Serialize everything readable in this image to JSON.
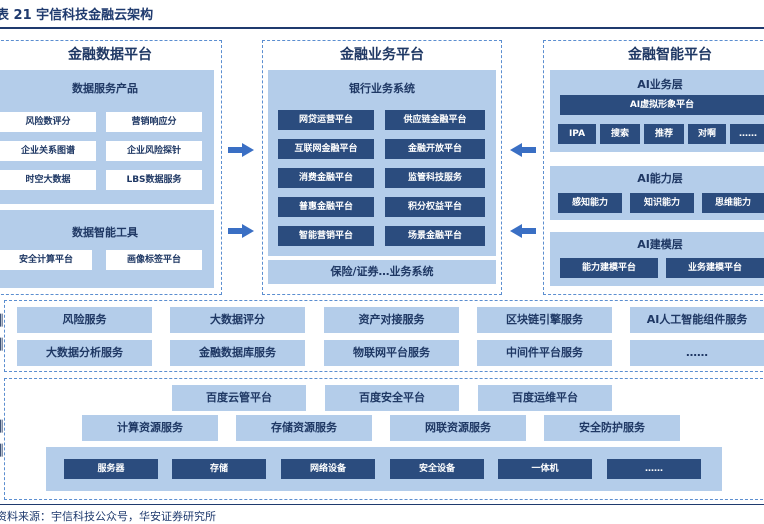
{
  "title": "表 21 宇信科技金融云架构",
  "source": "资料来源：宇信科技公众号，华安证券研究所",
  "left": {
    "header": "金融数据平台",
    "data_products": {
      "title": "数据服务产品",
      "items": [
        "风险数评分",
        "营销响应分",
        "企业关系图谱",
        "企业风险探针",
        "时空大数据",
        "LBS数据服务"
      ]
    },
    "data_tools": {
      "title": "数据智能工具",
      "items": [
        "安全计算平台",
        "画像标签平台"
      ]
    }
  },
  "middle": {
    "header": "金融业务平台",
    "bank": {
      "title": "银行业务系统",
      "items": [
        "网贷运营平台",
        "供应链金融平台",
        "互联网金融平台",
        "金融开放平台",
        "消费金融平台",
        "监管科技服务",
        "普惠金融平台",
        "积分权益平台",
        "智能营销平台",
        "场景金融平台"
      ]
    },
    "other": "保险/证券…业务系统"
  },
  "right": {
    "header": "金融智能平台",
    "business": {
      "title": "AI业务层",
      "platform": "AI虚拟形象平台",
      "items": [
        "IPA",
        "搜索",
        "推荐",
        "对啊",
        "……"
      ]
    },
    "capability": {
      "title": "AI能力层",
      "items": [
        "感知能力",
        "知识能力",
        "思维能力"
      ]
    },
    "modeling": {
      "title": "AI建模层",
      "items": [
        "能力建模平台",
        "业务建模平台"
      ]
    }
  },
  "services": {
    "row1": [
      "风险服务",
      "大数据评分",
      "资产对接服务",
      "区块链引擎服务",
      "AI人工智能组件服务"
    ],
    "row2": [
      "大数据分析服务",
      "金融数据库服务",
      "物联网平台服务",
      "中间件平台服务",
      "……"
    ]
  },
  "infra": {
    "row1": [
      "百度云管平台",
      "百度安全平台",
      "百度运维平台"
    ],
    "row2": [
      "计算资源服务",
      "存储资源服务",
      "网联资源服务",
      "安全防护服务"
    ],
    "row3": [
      "服务器",
      "存储",
      "网络设备",
      "安全设备",
      "一体机",
      "……"
    ]
  },
  "colors": {
    "panel": "#b4cdea",
    "dark": "#2b4c7e",
    "dash": "#5b8ed0",
    "arrow": "#3a6fc4",
    "text": "#1f3864"
  }
}
